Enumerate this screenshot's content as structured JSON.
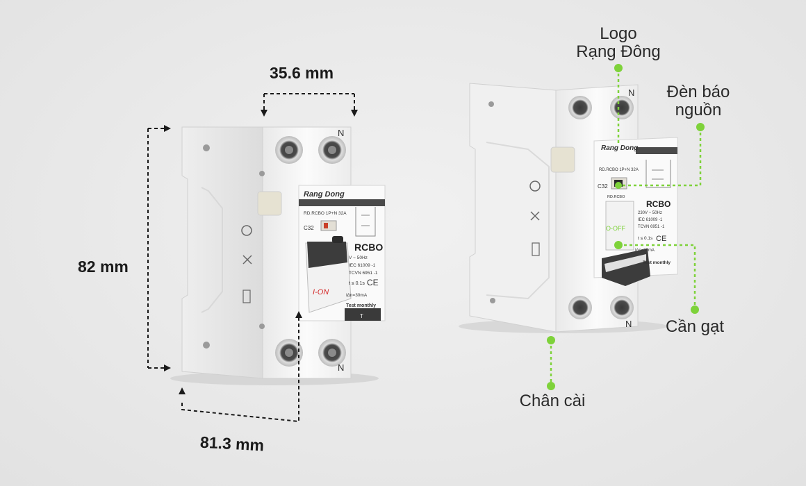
{
  "dimensions": {
    "width": "35.6 mm",
    "height": "82 mm",
    "depth": "81.3 mm"
  },
  "callouts": {
    "logo_line1": "Logo",
    "logo_line2": "Rạng Đông",
    "indicator_line1": "Đèn báo",
    "indicator_line2": "nguồn",
    "lever": "Cần gạt",
    "mount": "Chân cài"
  },
  "device_front": {
    "brand": "Rang Dong",
    "model_line": "RD.RCBO 1P+N 32A",
    "rating": "C32",
    "type_label": "RCBO",
    "voltage": "V ~ 50Hz",
    "standard1": "IEC 61009 -1",
    "standard2": "TCVN 6951 -1",
    "trip_time": "t ≤ 0.1s",
    "ce": "CE",
    "residual": "I∆n=30mA",
    "test_label": "Test monthly",
    "test_button": "T",
    "lever_state": "I-ON",
    "terminal_n": "N",
    "terminal_n_bottom": "N"
  },
  "device_side": {
    "brand": "Rang Dong",
    "model_line": "RD.RCBO 1P+N 32A",
    "rating": "C32",
    "sub_label": "RD.RCBO",
    "type_label": "RCBO",
    "voltage": "230V ~ 50Hz",
    "standard1": "IEC 61009 -1",
    "standard2": "TCVN 6951 -1",
    "trip_time": "t ≤ 0.1s",
    "ce": "CE",
    "residual": "I∆n=30mA",
    "test_label": "Test monthly",
    "lever_state": "O-OFF",
    "terminal_n": "N",
    "terminal_n_bottom": "N"
  },
  "colors": {
    "callout_green": "#7ed23a",
    "body_white": "#f7f7f7",
    "dark_trim": "#3a3a3a",
    "on_red": "#d42a2a",
    "off_green": "#7ed23a",
    "text_dark": "#1a1a1a"
  }
}
